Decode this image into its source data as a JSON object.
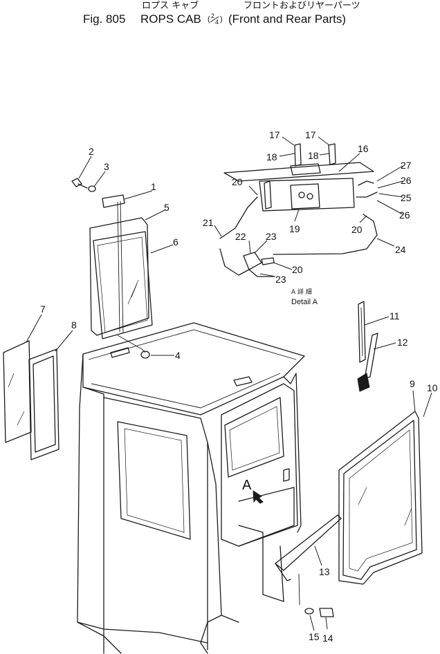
{
  "title": {
    "jp_left": "ロプス キャブ",
    "jp_right": "フロントおよびリヤーパーツ",
    "fig": "Fig. 805",
    "name": "ROPS CAB",
    "fraction_num": "2",
    "fraction_den": "4",
    "subtitle": "(Front and Rear Parts)"
  },
  "detail": {
    "jp": "A 詳 細",
    "en": "Detail A",
    "marker": "A"
  },
  "callouts": {
    "c1": "1",
    "c2": "2",
    "c3": "3",
    "c4": "4",
    "c5": "5",
    "c6": "6",
    "c7": "7",
    "c8": "8",
    "c9": "9",
    "c10": "10",
    "c11": "11",
    "c12": "12",
    "c13": "13",
    "c14": "14",
    "c15": "15",
    "c16": "16",
    "c17a": "17",
    "c17b": "17",
    "c18a": "18",
    "c18b": "18",
    "c19": "19",
    "c20a": "20",
    "c20b": "20",
    "c20c": "20",
    "c21": "21",
    "c22": "22",
    "c23a": "23",
    "c23b": "23",
    "c24": "24",
    "c25": "25",
    "c26a": "26",
    "c26b": "26",
    "c27": "27"
  }
}
